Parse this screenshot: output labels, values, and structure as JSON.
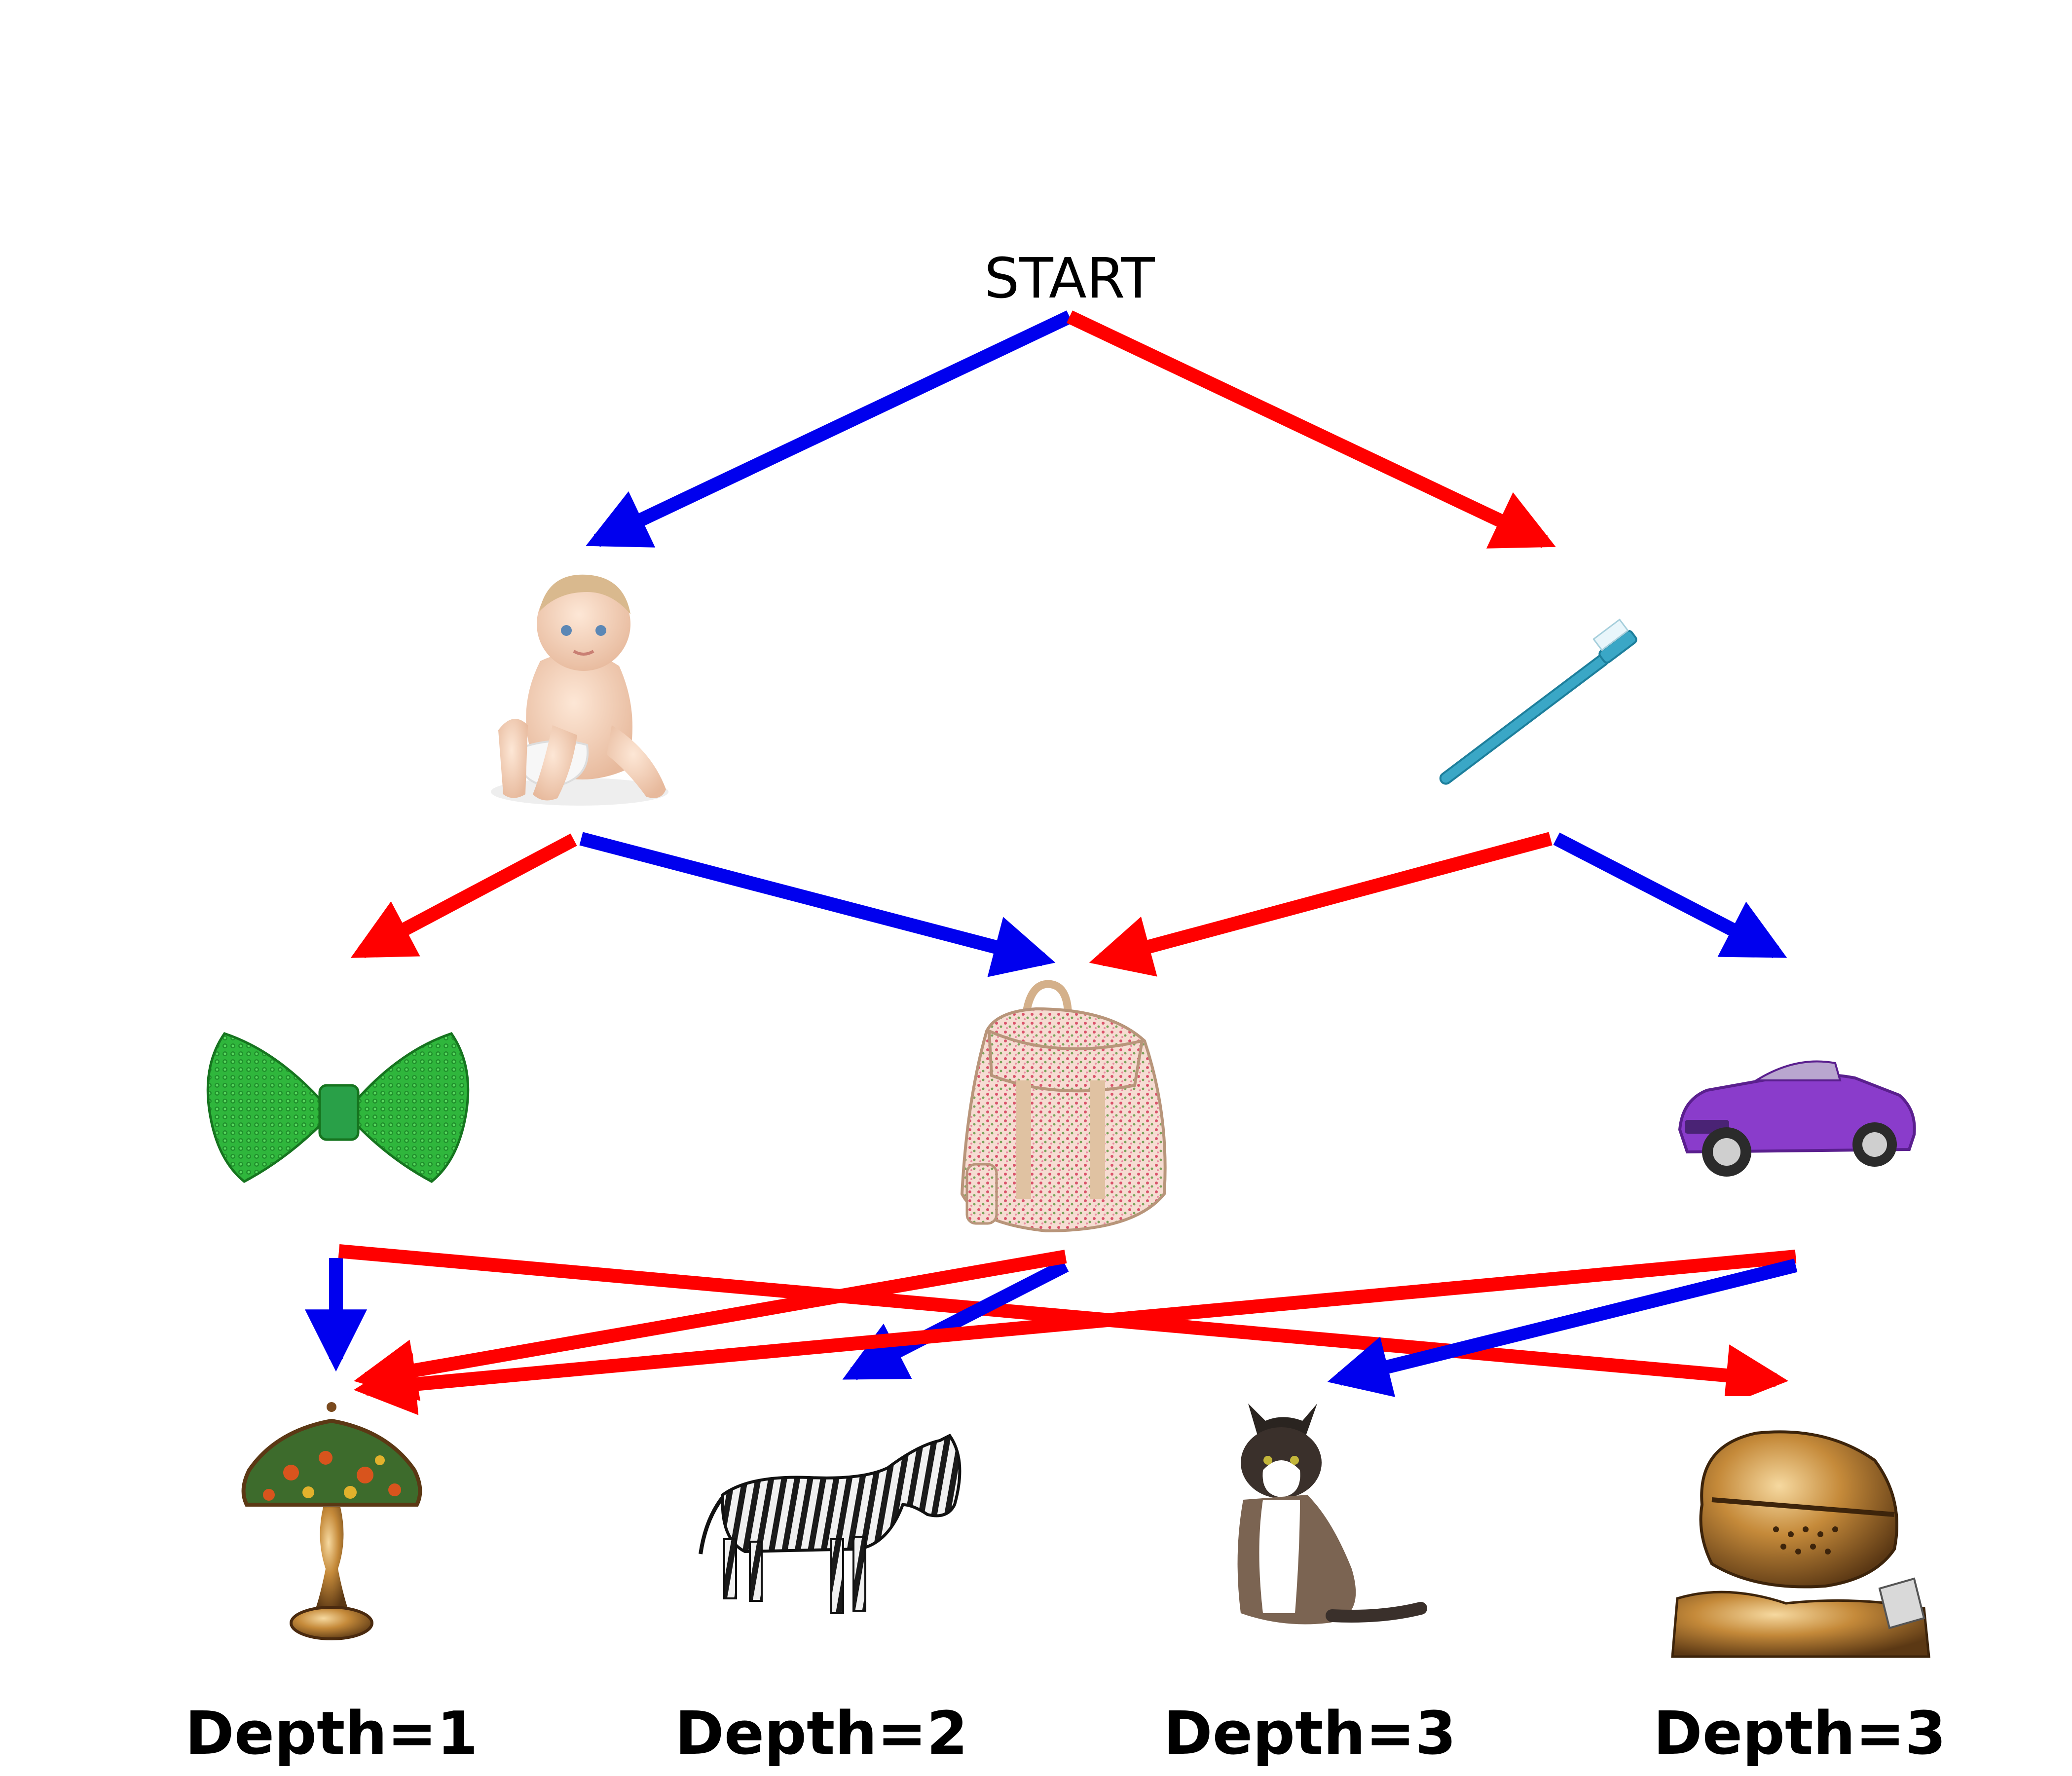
{
  "start_label": "START",
  "colors": {
    "blue": "#0000ee",
    "red": "#ff0000"
  },
  "nodes": {
    "baby": {
      "icon": "baby-icon"
    },
    "toothbrush": {
      "icon": "toothbrush-icon"
    },
    "bowtie": {
      "icon": "bow-tie-icon"
    },
    "backpack": {
      "icon": "backpack-icon"
    },
    "car": {
      "icon": "car-icon"
    },
    "lamp": {
      "icon": "lamp-icon"
    },
    "zebra": {
      "icon": "zebra-icon"
    },
    "cat": {
      "icon": "cat-icon"
    },
    "knight_helmet": {
      "icon": "knight-helmet-icon"
    }
  },
  "edges": [
    {
      "from": "start",
      "to": "baby",
      "color": "blue"
    },
    {
      "from": "start",
      "to": "toothbrush",
      "color": "red"
    },
    {
      "from": "baby",
      "to": "bowtie",
      "color": "red"
    },
    {
      "from": "baby",
      "to": "backpack",
      "color": "blue"
    },
    {
      "from": "toothbrush",
      "to": "backpack",
      "color": "red"
    },
    {
      "from": "toothbrush",
      "to": "car",
      "color": "blue"
    },
    {
      "from": "bowtie",
      "to": "lamp",
      "color": "blue"
    },
    {
      "from": "bowtie",
      "to": "knight_helmet",
      "color": "red"
    },
    {
      "from": "backpack",
      "to": "zebra",
      "color": "blue"
    },
    {
      "from": "backpack",
      "to": "lamp",
      "color": "red"
    },
    {
      "from": "car",
      "to": "lamp",
      "color": "red"
    },
    {
      "from": "car",
      "to": "cat",
      "color": "blue"
    }
  ],
  "depth_labels": [
    "Depth=1",
    "Depth=2",
    "Depth=3",
    "Depth=3"
  ]
}
